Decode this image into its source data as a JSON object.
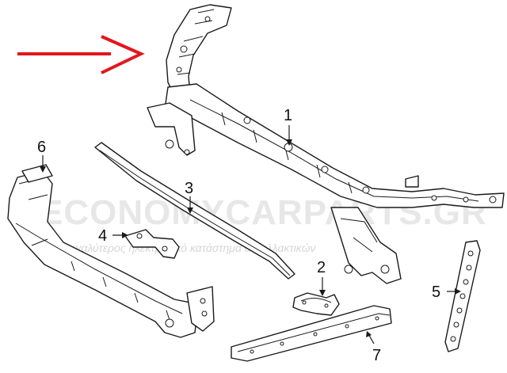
{
  "watermark": {
    "brand": "ECONOMYCARPARTS.GR",
    "tagline": "ο μεγαλύτερος ηλεκτρονικό κατάστημα ανταλλακτικών"
  },
  "callouts": [
    {
      "id": "1",
      "label": "1"
    },
    {
      "id": "2",
      "label": "2"
    },
    {
      "id": "3",
      "label": "3"
    },
    {
      "id": "4",
      "label": "4"
    },
    {
      "id": "5",
      "label": "5"
    },
    {
      "id": "6",
      "label": "6"
    },
    {
      "id": "7",
      "label": "7"
    }
  ],
  "colors": {
    "arrow": "#e3161b",
    "line": "#1a1a1a",
    "watermark": "#d4d4d4"
  }
}
